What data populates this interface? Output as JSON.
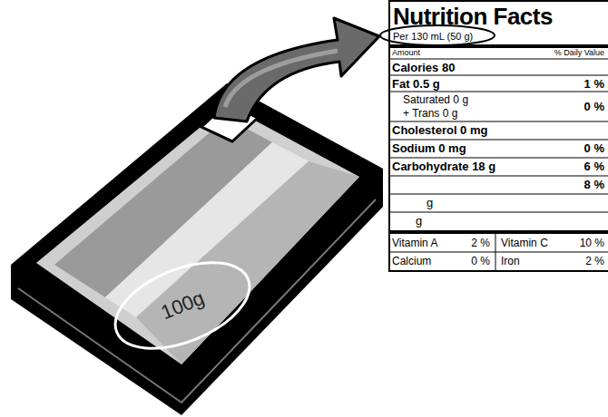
{
  "diagram": {
    "nodes": [
      {
        "text": [
          "Nutrition Facts",
          "Per 130 mL (50 g)"
        ]
      }
    ],
    "labels": [
      "Amount",
      "% Daily Value",
      "Calories 80",
      "Fat 0.5 g",
      "1 %",
      "Saturated 0 g + Trans 0 g",
      "0 %",
      "Cholesterol 0 mg",
      "Sodium 0 mg",
      "0 %",
      "Carbohydrate 18 g",
      "6 %",
      "8 %",
      "g",
      "g",
      "Vitamin A",
      "2 %",
      "Vitamin C",
      "10 %",
      "Calcium",
      "0 %",
      "Iron",
      "2 %",
      "100g"
    ]
  }
}
